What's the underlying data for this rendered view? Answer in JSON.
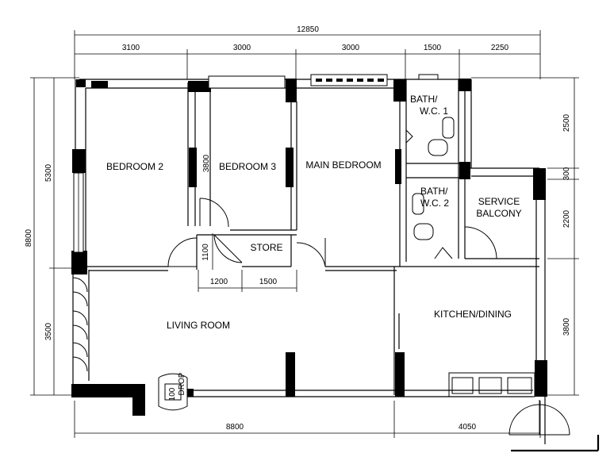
{
  "dimensions": {
    "top_total": "12850",
    "top_segments": [
      "3100",
      "3000",
      "3000",
      "1500",
      "2250"
    ],
    "left_total": "8800",
    "left_segments": [
      "5300",
      "3500"
    ],
    "right_segments": [
      "2500",
      "300",
      "2200",
      "3800"
    ],
    "bottom_segments": [
      "8800",
      "4050"
    ],
    "store_width_segments": [
      "1200",
      "1500"
    ],
    "store_height": "1100",
    "bedroom3_width": "3800",
    "refuse_drop": [
      "100",
      "DROP"
    ]
  },
  "rooms": {
    "bedroom2": "BEDROOM 2",
    "bedroom3": "BEDROOM 3",
    "main_bedroom": "MAIN BEDROOM",
    "bath1_line1": "BATH/",
    "bath1_line2": "W.C. 1",
    "bath2_line1": "BATH/",
    "bath2_line2": "W.C. 2",
    "service_line1": "SERVICE",
    "service_line2": "BALCONY",
    "store": "STORE",
    "living": "LIVING ROOM",
    "kitchen": "KITCHEN/DINING"
  }
}
